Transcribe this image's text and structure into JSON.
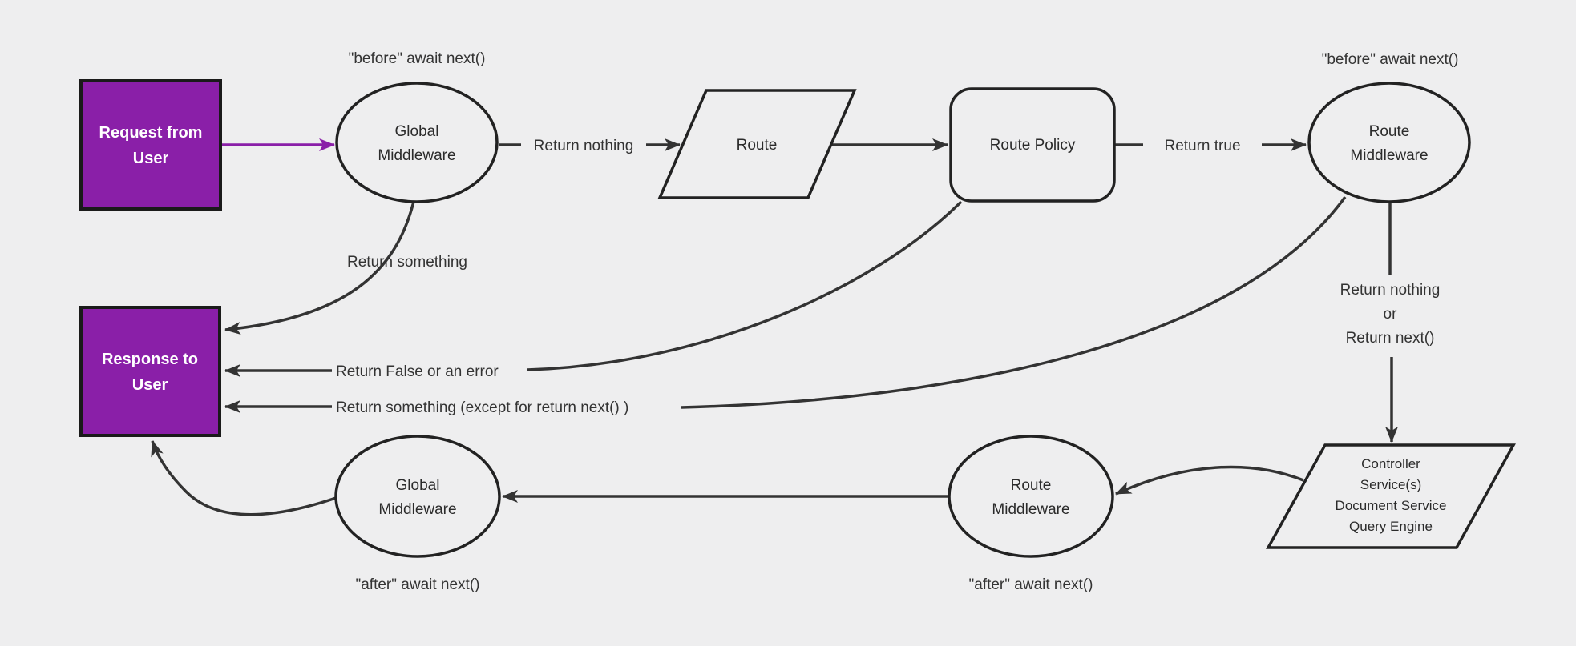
{
  "diagram": {
    "title": "Middleware request and response flow",
    "colors": {
      "background": "#eeeeef",
      "accent_purple": "#8a1fa8",
      "line": "#333333",
      "node_stroke": "#222222",
      "node_text": "#2b2b2b",
      "edge_label_text": "#333333",
      "box_text": "#ffffff"
    },
    "nodes": {
      "request": {
        "lines": [
          "Request from",
          "User"
        ]
      },
      "response": {
        "lines": [
          "Response to",
          "User"
        ]
      },
      "global_middleware_top": {
        "lines": [
          "Global",
          "Middleware"
        ]
      },
      "route": {
        "label": "Route"
      },
      "route_policy": {
        "label": "Route Policy"
      },
      "route_middleware_top": {
        "lines": [
          "Route",
          "Middleware"
        ]
      },
      "controller": {
        "lines": [
          "Controller",
          "Service(s)",
          "Document Service",
          "Query Engine"
        ]
      },
      "route_middleware_bottom": {
        "lines": [
          "Route",
          "Middleware"
        ]
      },
      "global_middleware_bottom": {
        "lines": [
          "Global",
          "Middleware"
        ]
      }
    },
    "edge_labels": {
      "before_global": "\"before\" await next()",
      "before_route": "\"before\" await next()",
      "return_nothing": "Return nothing",
      "return_true": "Return true",
      "return_nothing_or": [
        "Return nothing",
        "or",
        "Return next()"
      ],
      "return_something": "Return something",
      "return_false": "Return False or an error",
      "return_something_except": "Return something (except for return next() )",
      "after_global": "\"after\" await next()",
      "after_route": "\"after\" await next()"
    }
  }
}
